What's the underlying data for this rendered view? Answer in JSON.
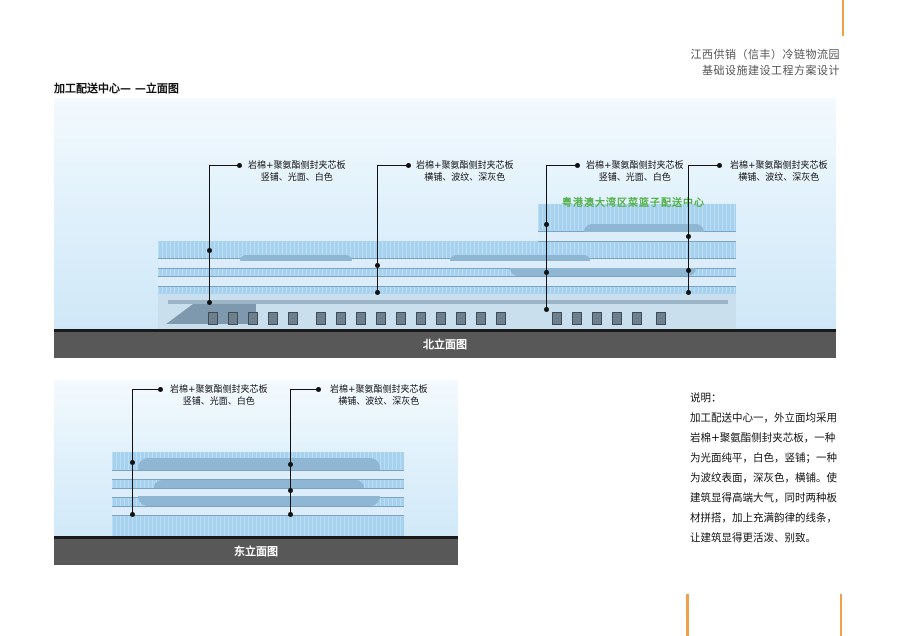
{
  "header": {
    "line1": "江西供销（信丰）冷链物流园",
    "line2": "基础设施建设工程方案设计"
  },
  "section_title": "加工配送中心— —立面图",
  "north": {
    "caption": "北立面图",
    "sign": "粤港澳大湾区菜篮子配送中心",
    "annotations": [
      {
        "line1": "岩棉+聚氨酯侧封夹芯板",
        "line2": "竖铺、光面、白色"
      },
      {
        "line1": "岩棉+聚氨酯侧封夹芯板",
        "line2": "横铺、波纹、深灰色"
      },
      {
        "line1": "岩棉+聚氨酯侧封夹芯板",
        "line2": "竖铺、光面、白色"
      },
      {
        "line1": "岩棉+聚氨酯侧封夹芯板",
        "line2": "横铺、波纹、深灰色"
      }
    ]
  },
  "east": {
    "caption": "东立面图",
    "annotations": [
      {
        "line1": "岩棉+聚氨酯侧封夹芯板",
        "line2": "竖铺、光面、白色"
      },
      {
        "line1": "岩棉+聚氨酯侧封夹芯板",
        "line2": "横铺、波纹、深灰色"
      }
    ]
  },
  "notes": {
    "title": "说明：",
    "body": "加工配送中心一，外立面均采用岩棉+聚氨酯侧封夹芯板，一种为光面纯平，白色，竖铺；一种为波纹表面，深灰色，横铺。使建筑显得高端大气，同时两种板材拼搭，加上充满韵律的线条，让建筑显得更活泼、别致。"
  },
  "colors": {
    "accent": "#f0a04b",
    "sign_green": "#54b04a",
    "ground": "#585858"
  }
}
